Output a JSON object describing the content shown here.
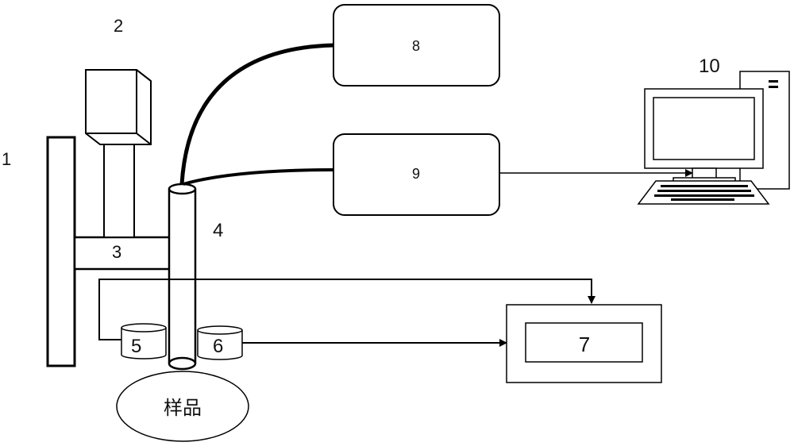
{
  "labels": {
    "stand": "1",
    "camera": "2",
    "arm": "3",
    "probe": "4",
    "sensor_left": "5",
    "sensor_right": "6",
    "display_unit": "7",
    "box_8": "8",
    "box_9": "9",
    "computer": "10",
    "sample": "样品"
  }
}
